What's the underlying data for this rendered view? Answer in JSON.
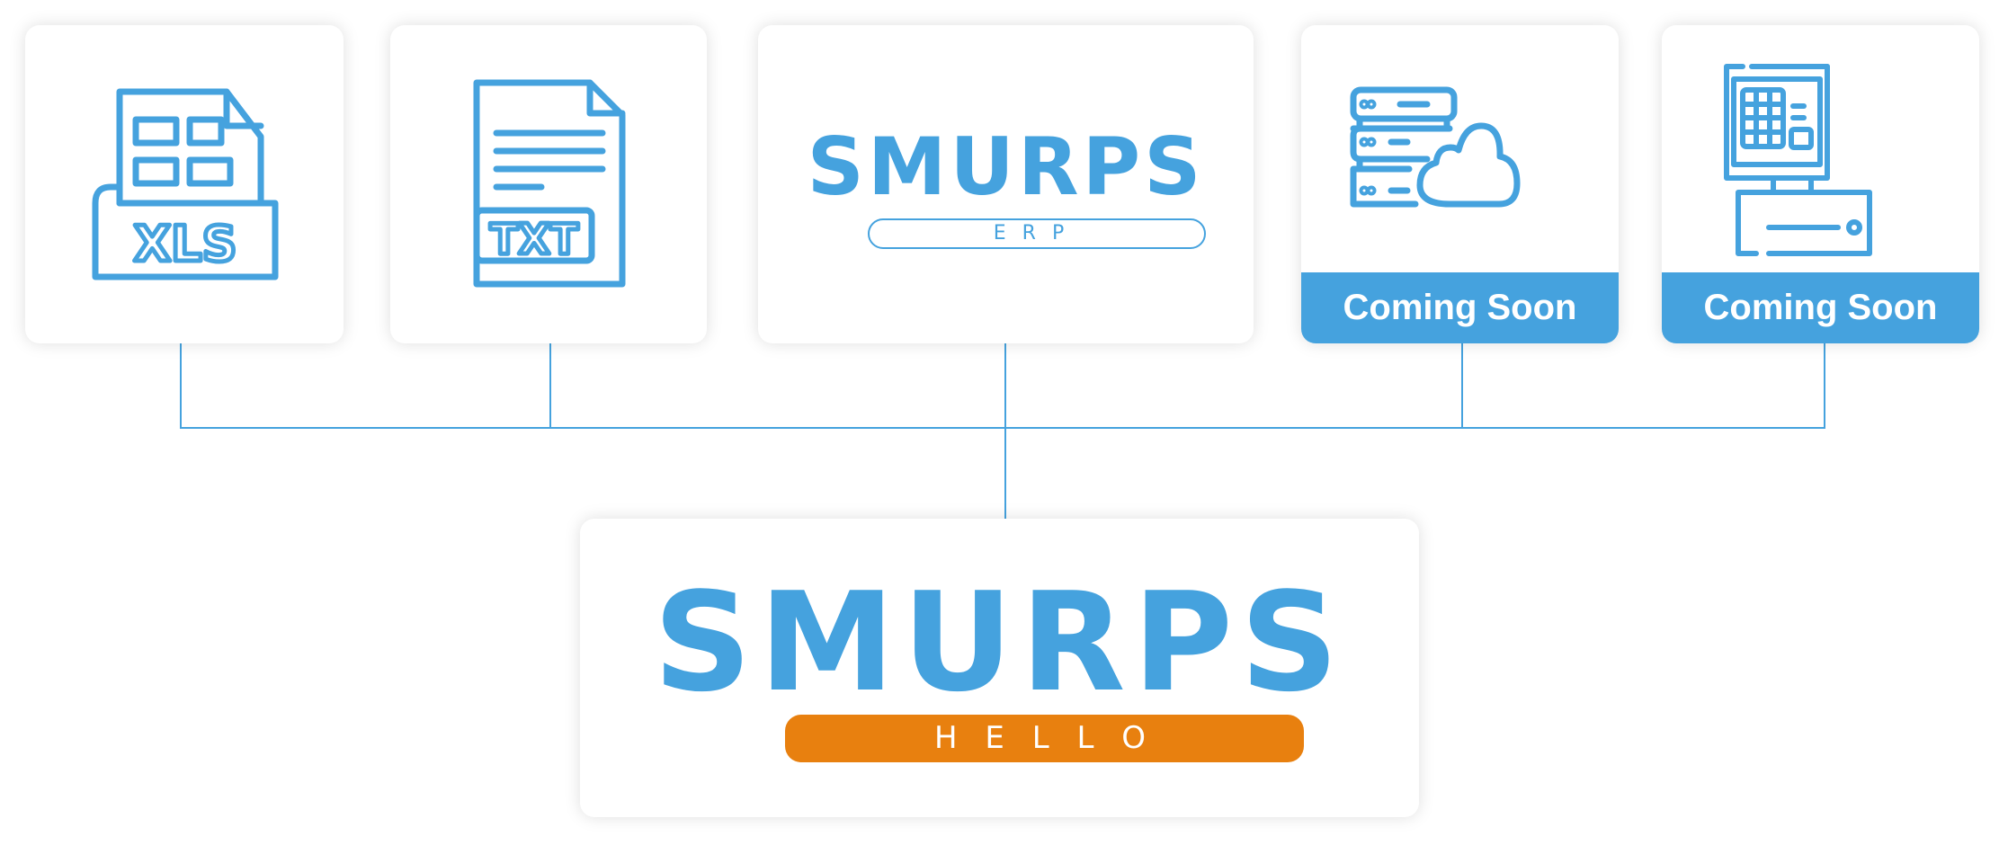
{
  "colors": {
    "primary": "#45A2DE",
    "accent": "#E8800F"
  },
  "sources": [
    {
      "id": "xls",
      "label": "XLS",
      "icon": "xls-file-icon"
    },
    {
      "id": "txt",
      "label": "TXT",
      "icon": "txt-file-icon"
    },
    {
      "id": "erp",
      "brand": "SMURPS",
      "sub": "ERP"
    },
    {
      "id": "cloud",
      "icon": "server-cloud-icon",
      "badge": "Coming Soon"
    },
    {
      "id": "pos",
      "icon": "pos-terminal-icon",
      "badge": "Coming Soon"
    }
  ],
  "target": {
    "brand": "SMURPS",
    "sub": "H E L L O"
  }
}
